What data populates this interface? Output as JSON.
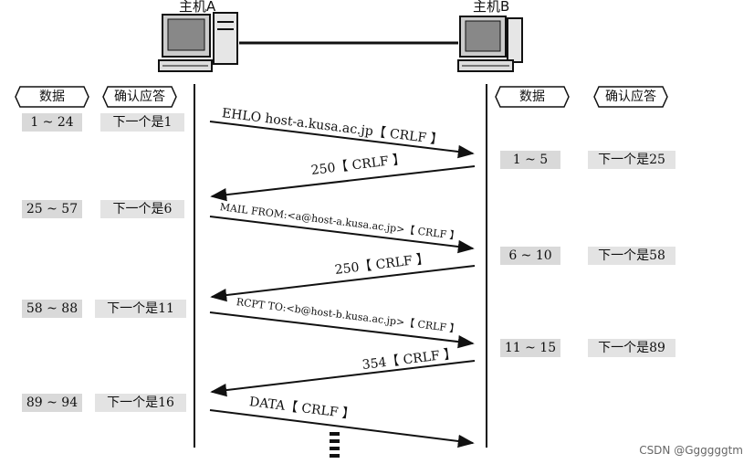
{
  "hosts": {
    "a": "主机A",
    "b": "主机B"
  },
  "headers": {
    "data_left": "数据",
    "ack_left": "确认应答",
    "data_right": "数据",
    "ack_right": "确认应答"
  },
  "left_rows": [
    {
      "data": "1 ~ 24",
      "ack": "下一个是1"
    },
    {
      "data": "25 ~ 57",
      "ack": "下一个是6"
    },
    {
      "data": "58 ~ 88",
      "ack": "下一个是11"
    },
    {
      "data": "89 ~ 94",
      "ack": "下一个是16"
    }
  ],
  "right_rows": [
    {
      "data": "1 ~ 5",
      "ack": "下一个是25"
    },
    {
      "data": "6 ~ 10",
      "ack": "下一个是58"
    },
    {
      "data": "11 ~ 15",
      "ack": "下一个是89"
    }
  ],
  "messages": [
    {
      "text": "EHLO host-a.kusa.ac.jp【 CRLF 】",
      "direction": "a-to-b"
    },
    {
      "text": "250【 CRLF 】",
      "direction": "b-to-a"
    },
    {
      "text": "MAIL FROM:<a@host-a.kusa.ac.jp>【 CRLF 】",
      "direction": "a-to-b"
    },
    {
      "text": "250【 CRLF 】",
      "direction": "b-to-a"
    },
    {
      "text": "RCPT TO:<b@host-b.kusa.ac.jp>【 CRLF 】",
      "direction": "a-to-b"
    },
    {
      "text": "354【 CRLF 】",
      "direction": "b-to-a"
    },
    {
      "text": "DATA【 CRLF 】",
      "direction": "a-to-b"
    }
  ],
  "watermark": "CSDN @Ggggggtm",
  "colors": {
    "line": "#111111",
    "data_cell": "#d9d9d9",
    "ack_cell": "#e3e3e3"
  },
  "icons": [
    "desktop-computer-icon",
    "continuation-dashes-icon"
  ]
}
